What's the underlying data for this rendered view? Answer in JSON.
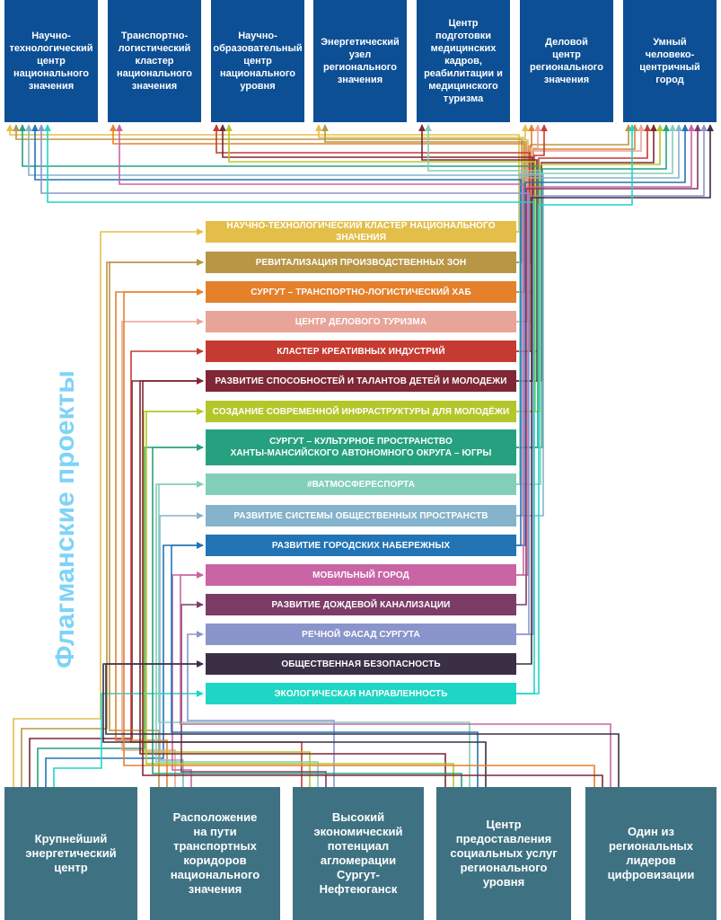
{
  "goals": [
    {
      "label": "Научно-\nтехнологический\nцентр\nнационального\nзначения",
      "color": "#0d4f94"
    },
    {
      "label": "Транспортно-\nлогистический\nкластер\nнационального\nзначения",
      "color": "#0d4f94"
    },
    {
      "label": "Научно-\nобразовательный\nцентр\nнационального\nуровня",
      "color": "#0d4f94"
    },
    {
      "label": "Энергетический\nузел\nрегионального\nзначения",
      "color": "#0d4f94"
    },
    {
      "label": "Центр\nподготовки\nмедицинских\nкадров,\nреабилитации и\nмедицинского\nтуризма",
      "color": "#0d4f94"
    },
    {
      "label": "Деловой\nцентр\nрегионального\nзначения",
      "color": "#0d4f94"
    },
    {
      "label": "Умный\nчеловеко-\nцентричный\nгород",
      "color": "#0d4f94"
    }
  ],
  "side_title": "Флагманские проекты",
  "projects": [
    {
      "label": "НАУЧНО-ТЕХНОЛОГИЧЕСКИЙ КЛАСТЕР НАЦИОНАЛЬНОГО ЗНАЧЕНИЯ",
      "color": "#e3bf4a"
    },
    {
      "label": "РЕВИТАЛИЗАЦИЯ ПРОИЗВОДСТВЕННЫХ ЗОН",
      "color": "#b89646"
    },
    {
      "label": "СУРГУТ – ТРАНСПОРТНО-ЛОГИСТИЧЕСКИЙ ХАБ",
      "color": "#e5802b"
    },
    {
      "label": "ЦЕНТР ДЕЛОВОГО ТУРИЗМА",
      "color": "#e9a49a"
    },
    {
      "label": "КЛАСТЕР КРЕАТИВНЫХ ИНДУСТРИЙ",
      "color": "#c63b31"
    },
    {
      "label": "РАЗВИТИЕ СПОСОБНОСТЕЙ И ТАЛАНТОВ ДЕТЕЙ И МОЛОДЕЖИ",
      "color": "#7f2734"
    },
    {
      "label": "СОЗДАНИЕ СОВРЕМЕННОЙ ИНФРАСТРУКТУРЫ ДЛЯ МОЛОДЁЖИ",
      "color": "#b4c72a"
    },
    {
      "label": "СУРГУТ – КУЛЬТУРНОЕ ПРОСТРАНСТВО\nХАНТЫ-МАНСИЙСКОГО АВТОНОМНОГО ОКРУГА – ЮГРЫ",
      "color": "#26a17f"
    },
    {
      "label": "#ВАТМОСФЕРЕСПОРТА",
      "color": "#83ceb9"
    },
    {
      "label": "РАЗВИТИЕ СИСТЕМЫ ОБЩЕСТВЕННЫХ ПРОСТРАНСТВ",
      "color": "#85b3cc"
    },
    {
      "label": "РАЗВИТИЕ ГОРОДСКИХ НАБЕРЕЖНЫХ",
      "color": "#2274b5"
    },
    {
      "label": "МОБИЛЬНЫЙ ГОРОД",
      "color": "#c965a5"
    },
    {
      "label": "РАЗВИТИЕ ДОЖДЕВОЙ КАНАЛИЗАЦИИ",
      "color": "#7d3c66"
    },
    {
      "label": "РЕЧНОЙ ФАСАД СУРГУТА",
      "color": "#8a95cb"
    },
    {
      "label": "ОБЩЕСТВЕННАЯ БЕЗОПАСНОСТЬ",
      "color": "#3b2f46"
    },
    {
      "label": "ЭКОЛОГИЧЕСКАЯ НАПРАВЛЕННОСТЬ",
      "color": "#1fd6c5"
    }
  ],
  "foundations": [
    {
      "label": "Крупнейший\nэнергетический\nцентр",
      "color": "#3e7282"
    },
    {
      "label": "Расположение\nна пути\nтранспортных\nкоридоров\nнационального\nзначения",
      "color": "#3e7282"
    },
    {
      "label": "Высокий\nэкономический\nпотенциал\nагломерации\nСургут-Нефтеюганск",
      "color": "#3e7282"
    },
    {
      "label": "Центр\nпредоставления\nсоциальных услуг\nрегионального\nуровня",
      "color": "#3e7282"
    },
    {
      "label": "Один из\nрегиональных\nлидеров\nцифровизации",
      "color": "#3e7282"
    }
  ],
  "links_to_goals": [
    {
      "project": 0,
      "goals": [
        0,
        3,
        5
      ]
    },
    {
      "project": 1,
      "goals": [
        0,
        3,
        6
      ]
    },
    {
      "project": 2,
      "goals": [
        1,
        5,
        6
      ]
    },
    {
      "project": 3,
      "goals": [
        5,
        6
      ]
    },
    {
      "project": 4,
      "goals": [
        2,
        5,
        6
      ]
    },
    {
      "project": 5,
      "goals": [
        2,
        4,
        6
      ]
    },
    {
      "project": 6,
      "goals": [
        2,
        6
      ]
    },
    {
      "project": 7,
      "goals": [
        0,
        6
      ]
    },
    {
      "project": 8,
      "goals": [
        4,
        6
      ]
    },
    {
      "project": 9,
      "goals": [
        0,
        6
      ]
    },
    {
      "project": 10,
      "goals": [
        0,
        6
      ]
    },
    {
      "project": 11,
      "goals": [
        1,
        6
      ]
    },
    {
      "project": 12,
      "goals": [
        6
      ]
    },
    {
      "project": 13,
      "goals": [
        0,
        6
      ]
    },
    {
      "project": 14,
      "goals": [
        6
      ]
    },
    {
      "project": 15,
      "goals": [
        0,
        6
      ]
    }
  ],
  "links_from_foundations": [
    {
      "foundation": 0,
      "projects": [
        0,
        1,
        5,
        7,
        10,
        15
      ]
    },
    {
      "foundation": 1,
      "projects": [
        1,
        2,
        3,
        9,
        11
      ]
    },
    {
      "foundation": 2,
      "projects": [
        4,
        6,
        8,
        12,
        13
      ]
    },
    {
      "foundation": 3,
      "projects": [
        5,
        6,
        7,
        8,
        10,
        14
      ]
    },
    {
      "foundation": 4,
      "projects": [
        2,
        5,
        11,
        14
      ]
    }
  ]
}
